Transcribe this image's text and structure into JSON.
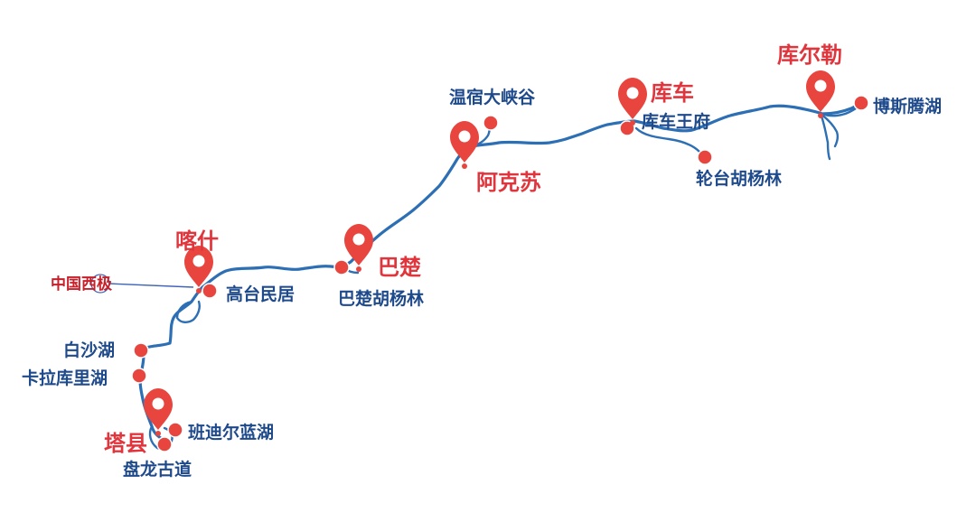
{
  "map": {
    "cities": {
      "kashgar": "喀什",
      "bachu": "巴楚",
      "aksu": "阿克苏",
      "kuqa": "库车",
      "korla": "库尔勒",
      "taxkorgan": "塔县"
    },
    "sites": {
      "westernmost": "中国西极",
      "gaotai": "高台民居",
      "bachu_poplar": "巴楚胡杨林",
      "wensu_canyon": "温宿大峡谷",
      "kuqa_palace": "库车王府",
      "luntai_poplar": "轮台胡杨林",
      "bosten_lake": "博斯腾湖",
      "baisha_lake": "白沙湖",
      "karakul_lake": "卡拉库里湖",
      "bandier_lake": "班迪尔蓝湖",
      "panlong_road": "盘龙古道"
    },
    "colors": {
      "route": "#2d6fb4",
      "pin": "#e8453f",
      "city_text": "#e0353c",
      "site_text": "#1e4a8c",
      "west_text": "#c8202a"
    },
    "icons": {
      "pin": "map-pin-icon",
      "dot": "poi-dot-icon"
    }
  }
}
